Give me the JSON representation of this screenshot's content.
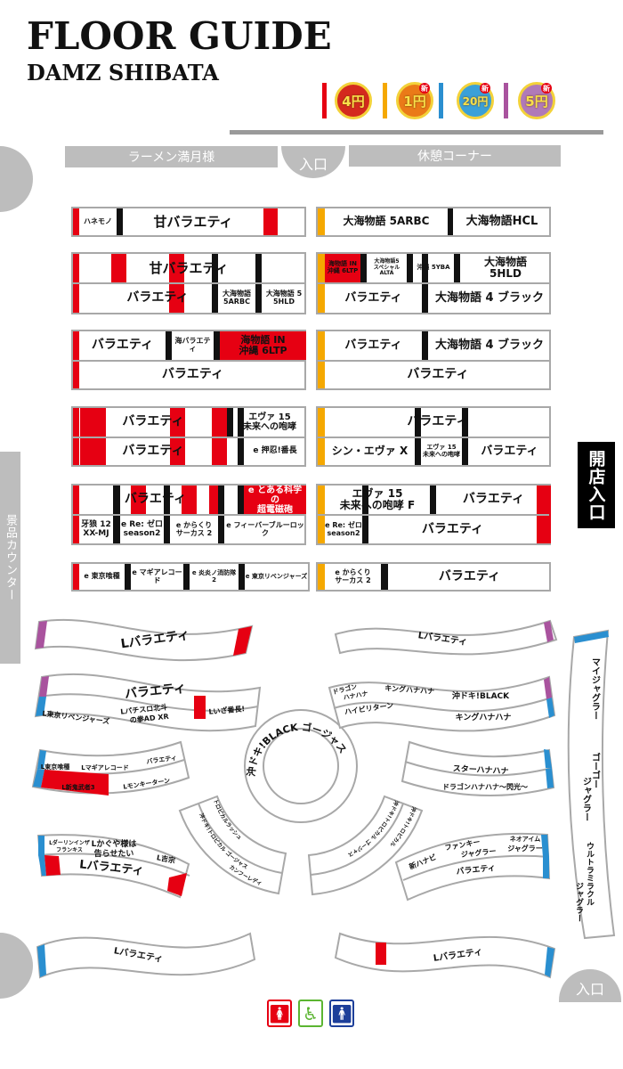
{
  "header": {
    "title": "FLOOR GUIDE",
    "subtitle": "DAMZ SHIBATA"
  },
  "legend": [
    {
      "rate": "4円",
      "new": "",
      "color": "#e60012",
      "coin": "#d42a1e"
    },
    {
      "rate": "1円",
      "new": "新",
      "color": "#f5a800",
      "coin": "#ea7a18"
    },
    {
      "rate": "20円",
      "new": "新",
      "color": "#2a8fd0",
      "coin": "#3aa0d8"
    },
    {
      "rate": "5円",
      "new": "新",
      "color": "#a9539e",
      "coin": "#b07ab8"
    }
  ],
  "facilities": {
    "ramen": "ラーメン満月様",
    "entrance": "入口",
    "rest": "休憩コーナー",
    "prize_counter": "景品カウンター",
    "opening_entrance": "開店入口"
  },
  "blocks": {
    "r1l": [
      "ハネモノ",
      "甘バラエティ"
    ],
    "r1r": [
      "大海物語 5ARBC",
      "大海物語HCL"
    ],
    "r2l": [
      "甘バラエティ",
      "バラエティ",
      "大海物語\n5ARBC",
      "大海物語 5\n5HLD"
    ],
    "r2r": [
      "海物語 IN\n沖縄 6LTP",
      "大海物語5\nスペシャル ALTA",
      "沖縄 5YBA",
      "大海物語\n5HLD",
      "バラエティ",
      "大海物語 4 ブラック"
    ],
    "r3l": [
      "バラエティ",
      "海バラエティ",
      "海物語 IN\n沖縄 6LTP",
      "バラエティ"
    ],
    "r3r": [
      "バラエティ",
      "大海物語 4 ブラック",
      "バラエティ"
    ],
    "r4l": [
      "バラエティ",
      "エヴァ 15\n未来への咆哮",
      "バラエティ",
      "e 押忍!番長"
    ],
    "r4r": [
      "バラエティ",
      "シン・エヴァ X",
      "エヴァ 15\n未来への咆哮",
      "バラエティ"
    ],
    "r5l": [
      "バラエティ",
      "e とある科学の\n超電磁砲",
      "牙狼 12\nXX-MJ",
      "e Re: ゼロ\nseason2",
      "e からくり\nサーカス 2",
      "e フィーバーブルーロック"
    ],
    "r5r": [
      "エヴァ 15\n未来への咆哮 F",
      "バラエティ",
      "e Re: ゼロ\nseason2",
      "バラエティ"
    ],
    "r6l": [
      "e 東京喰種",
      "e マギアレコード",
      "e 炎炎ノ消防隊 2",
      "e 東京リベンジャーズ"
    ],
    "r6r": [
      "e からくり\nサーカス 2",
      "バラエティ"
    ]
  },
  "islands": {
    "a": [
      "Lバラエティ"
    ],
    "b": [
      "バラエティ",
      "L東京リベンジャーズ",
      "Lパチスロ北斗",
      "の拳AD XR",
      "Lいざ番長!"
    ],
    "c": [
      "L東京喰種",
      "Lマギアレコード",
      "バラエティ",
      "L新鬼武者3",
      "Lモンキーターン"
    ],
    "d": [
      "Lダーリンインザ",
      "フランキス",
      "Lかぐや様は",
      "告らせたい",
      "L吉宗",
      "Lバラエティ"
    ],
    "e": [
      "沖ドキ!BLACK ゴージャス"
    ],
    "f": [
      "沖ドキ!トロピカル ゴージャス",
      "トロピカルラッシュ",
      "カンフーレディ"
    ],
    "g": [
      "沖ドキ!トロピカル ゴージャス",
      "沖ドキ!トロピカル"
    ],
    "h": [
      "Lバラエティ"
    ],
    "i": [
      "ドラゴン",
      "ハナハナ",
      "キングハナハナ",
      "沖ドキ!BLACK",
      "ハイビリターン",
      "キングハナハナ"
    ],
    "j": [
      "スターハナハナ",
      "ドラゴンハナハナ〜閃光〜"
    ],
    "k": [
      "新ハナビ",
      "ファンキー",
      "ジャグラー",
      "ネオアイム",
      "ジャグラー",
      "バラエティ"
    ],
    "l": [
      "マイジャグラー",
      "ゴーゴー",
      "ジャグラー",
      "ウルトラミラクル",
      "ジャグラー"
    ],
    "m": [
      "Lバラエティ"
    ],
    "n": [
      "Lバラエティ"
    ]
  },
  "restrooms": [
    "women-restroom-icon",
    "accessible-restroom-icon",
    "men-restroom-icon"
  ]
}
